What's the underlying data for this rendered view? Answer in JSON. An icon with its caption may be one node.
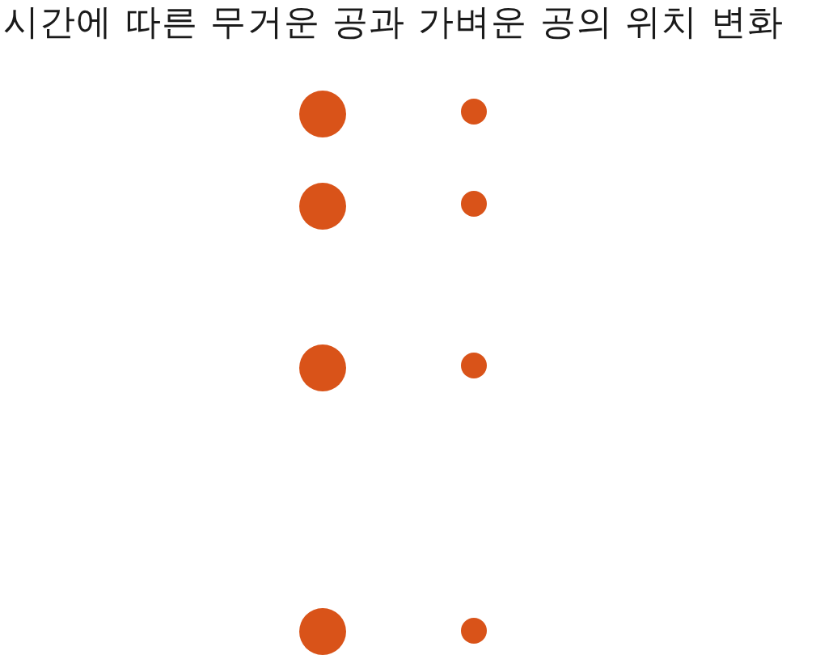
{
  "diagram": {
    "title": "시간에 따른 무거운 공과 가벼운 공의 위치 변화",
    "nodes": [
      {
        "text": [],
        "shape": "circle"
      },
      {
        "text": [],
        "shape": "circle"
      },
      {
        "text": [],
        "shape": "circle"
      },
      {
        "text": [],
        "shape": "circle"
      },
      {
        "text": [],
        "shape": "circle"
      },
      {
        "text": [],
        "shape": "circle"
      },
      {
        "text": [],
        "shape": "circle"
      },
      {
        "text": [],
        "shape": "circle"
      }
    ]
  }
}
